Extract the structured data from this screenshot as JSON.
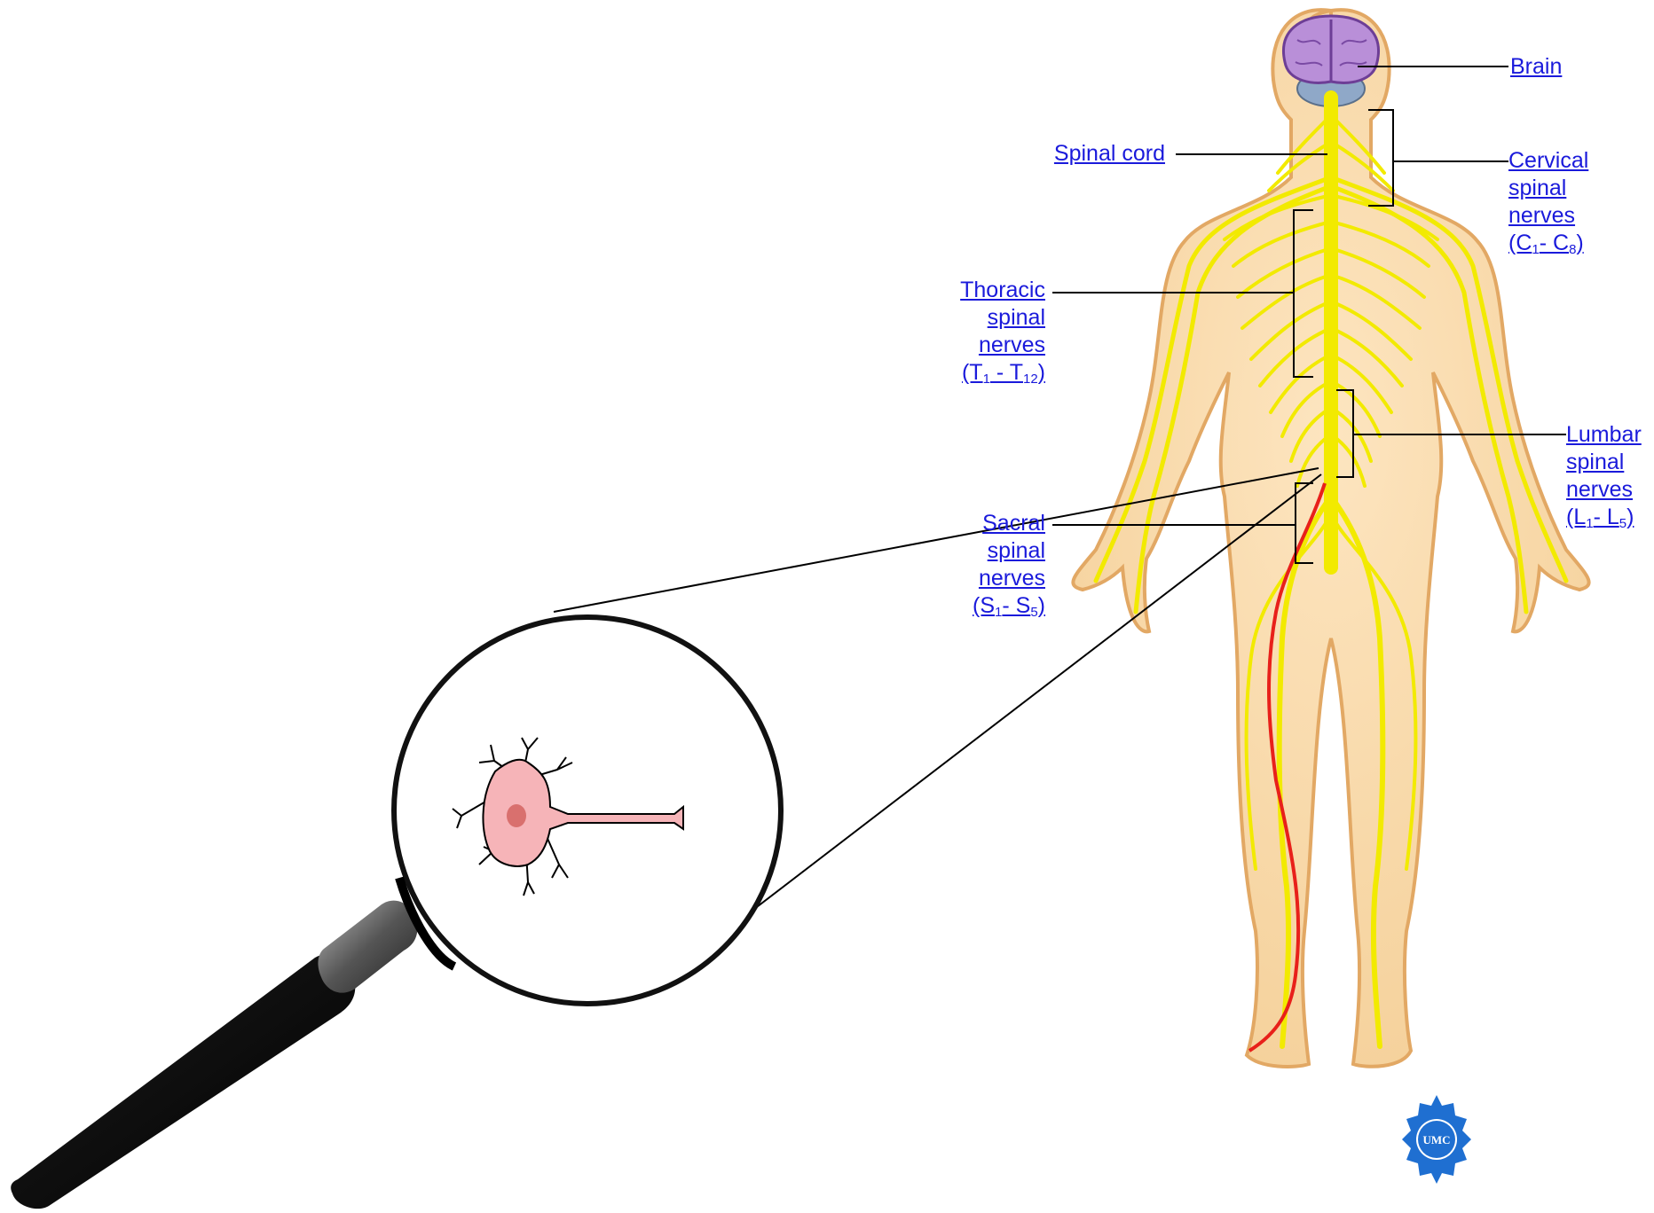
{
  "labels": {
    "brain": "Brain",
    "spinal_cord": "Spinal cord",
    "cervical": {
      "line1": "Cervical",
      "line2": "spinal",
      "line3": "nerves",
      "open": "(C",
      "sub1": "1",
      "dash": "- C",
      "sub2": "8",
      "close": ")"
    },
    "thoracic": {
      "line1": "Thoracic",
      "line2": "spinal",
      "line3": "nerves",
      "open": "(T",
      "sub1": "1",
      "dash": " - T",
      "sub2": "12",
      "close": ")"
    },
    "lumbar": {
      "line1": "Lumbar",
      "line2": "spinal",
      "line3": "nerves",
      "open": "(L",
      "sub1": "1",
      "dash": "- L",
      "sub2": "5",
      "close": ")"
    },
    "sacral": {
      "line1": "Sacral",
      "line2": "spinal",
      "line3": "nerves",
      "open": "(S",
      "sub1": "1",
      "dash": "- S",
      "sub2": "5",
      "close": ")"
    }
  },
  "logo": {
    "text": "UMC"
  },
  "colors": {
    "label_link": "#1a1adb",
    "skin": "#f7d7a6",
    "skin_outline": "#e0a060",
    "nerve": "#f2ea00",
    "brain": "#b98fd8",
    "cerebellum": "#8fa8c8",
    "highlight_nerve": "#e8201a",
    "neuron_body": "#f6b4b8",
    "neuron_nucleus": "#d9706e",
    "magnifier_handle": "#111111",
    "logo": "#1f6fd1"
  }
}
